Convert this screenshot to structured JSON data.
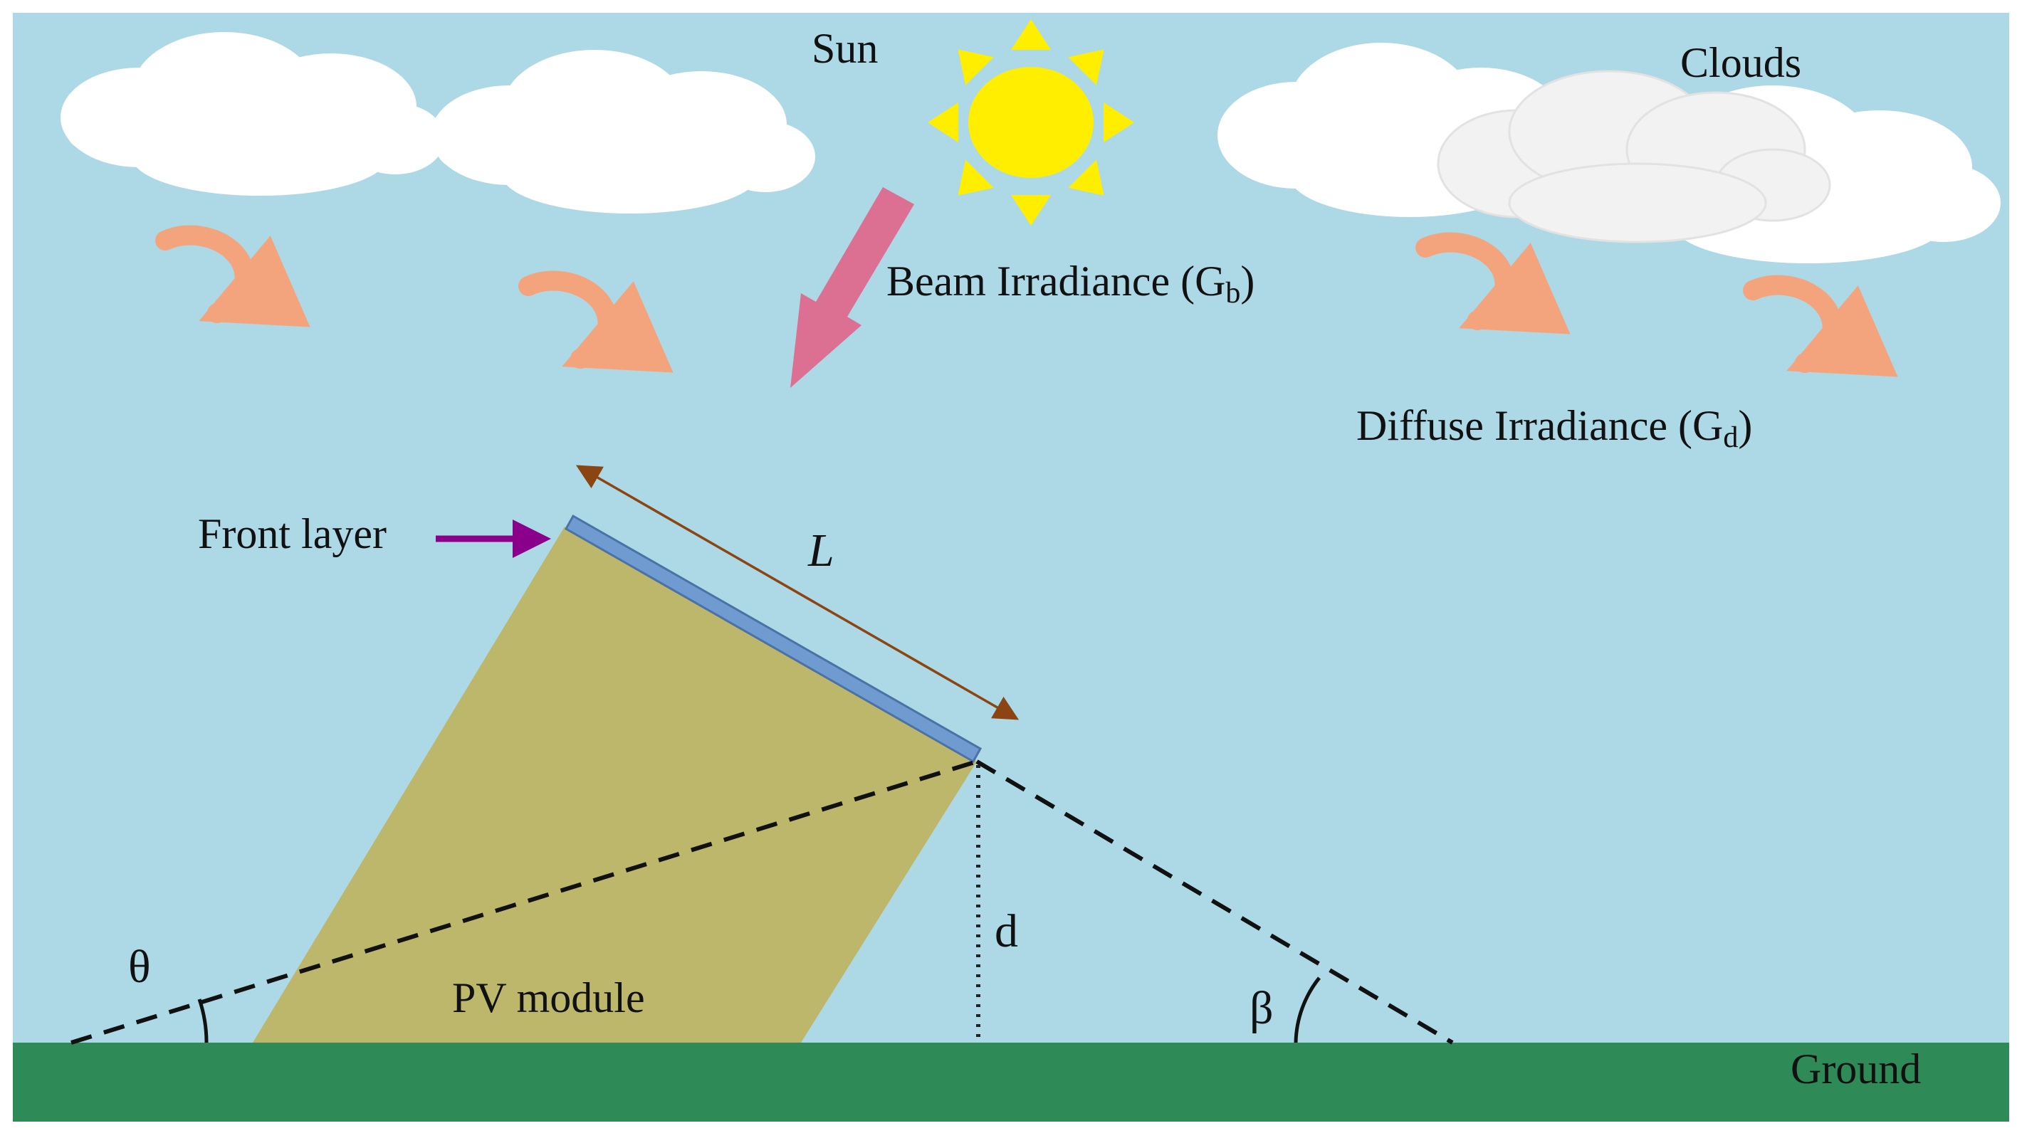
{
  "labels": {
    "sun": "Sun",
    "clouds": "Clouds",
    "beam_main": "Beam Irradiance (G",
    "beam_sub": "b",
    "beam_close": ")",
    "diffuse_main": "Diffuse Irradiance (G",
    "diffuse_sub": "d",
    "diffuse_close": ")",
    "front_layer": "Front layer",
    "length": "L",
    "pv_module": "PV module",
    "distance": "d",
    "theta": "θ",
    "beta": "β",
    "ground": "Ground"
  },
  "colors": {
    "sky": "#add8e6",
    "ground": "#2e8b57",
    "pv_module": "#bdb76b",
    "front_layer": "#6f9bd1",
    "sun": "#ffee00",
    "beam_arrow": "#db7093",
    "diffuse_arrow": "#f4a47c",
    "length_arrow": "#8b4513",
    "front_layer_arrow": "#8b008b",
    "cloud_white": "#ffffff",
    "cloud_grey": "#f2f2f2"
  },
  "icons": [
    "sun-icon",
    "cloud-icon",
    "diffuse-arrow-icon",
    "beam-arrow-icon"
  ]
}
